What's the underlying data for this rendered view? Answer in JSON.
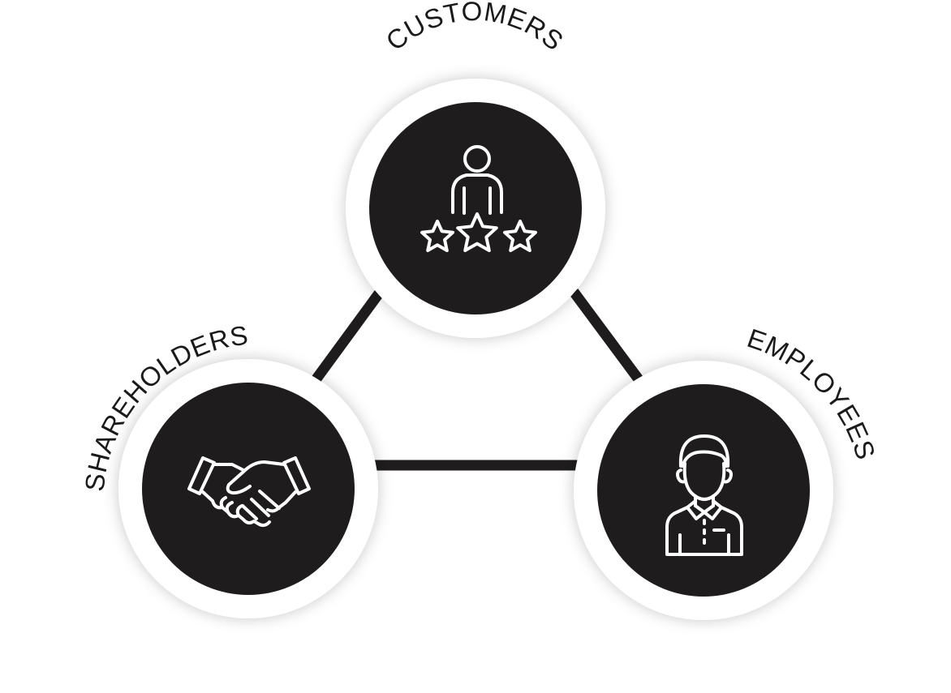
{
  "diagram": {
    "nodes": [
      {
        "id": "customers",
        "label": "CUSTOMERS",
        "icon": "customer-rating-icon"
      },
      {
        "id": "shareholders",
        "label": "SHAREHOLDERS",
        "icon": "handshake-icon"
      },
      {
        "id": "employees",
        "label": "EMPLOYEES",
        "icon": "employee-icon"
      }
    ],
    "edges": [
      {
        "from": "customers",
        "to": "shareholders"
      },
      {
        "from": "customers",
        "to": "employees"
      },
      {
        "from": "shareholders",
        "to": "employees"
      }
    ]
  },
  "colors": {
    "node_fill": "#1e1c1d",
    "ring": "#ffffff",
    "connector": "#1e1c1d",
    "label": "#1a1a1a",
    "icon": "#ffffff"
  }
}
